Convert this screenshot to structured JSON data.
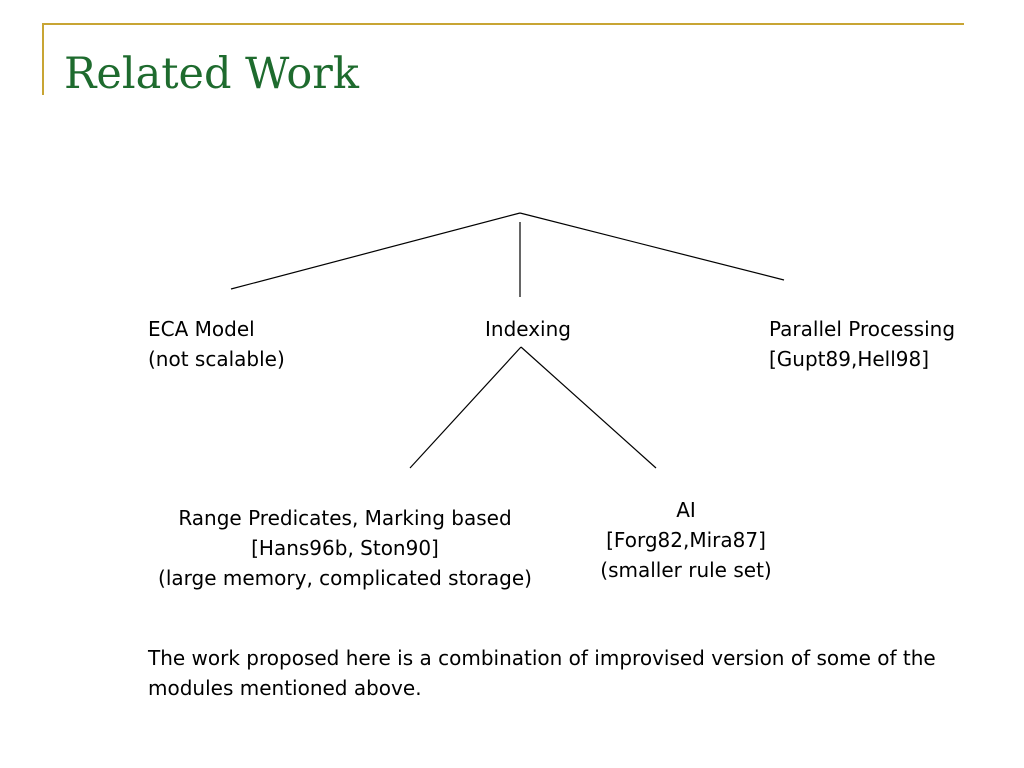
{
  "slide": {
    "title": "Related Work",
    "accent_color": "#c8a534",
    "title_color": "#1e6b2e"
  },
  "diagram": {
    "root": {
      "children": [
        {
          "id": "eca",
          "lines": [
            "ECA Model",
            "(not scalable)"
          ]
        },
        {
          "id": "indexing",
          "lines": [
            "Indexing"
          ],
          "children": [
            {
              "id": "range",
              "lines": [
                "Range Predicates, Marking based",
                "[Hans96b, Ston90]",
                "(large memory, complicated storage)"
              ]
            },
            {
              "id": "ai",
              "lines": [
                "AI",
                "[Forg82,Mira87]",
                "(smaller rule set)"
              ]
            }
          ]
        },
        {
          "id": "parallel",
          "lines": [
            "Parallel Processing",
            "[Gupt89,Hell98]"
          ]
        }
      ]
    }
  },
  "footer": {
    "text": "The work proposed here is a combination of improvised version of some of the modules mentioned above."
  }
}
